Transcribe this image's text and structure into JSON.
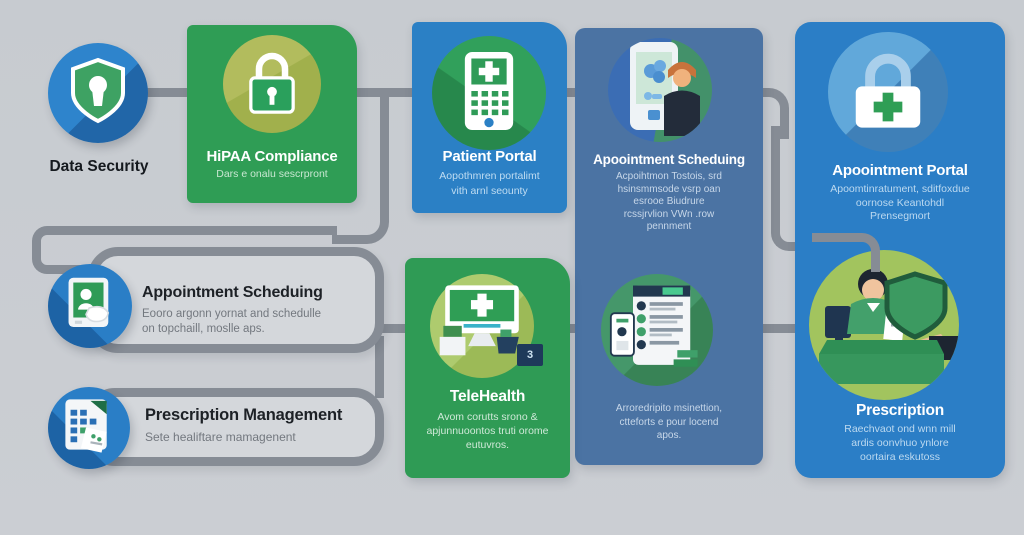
{
  "palette": {
    "background": "#c9ccd1",
    "connector_gray": "#868c95",
    "green_card": "#2f9b55",
    "bright_blue_card": "#2b7ec6",
    "muted_blue_card": "#4b73a3",
    "olive_circle": "#a7b454",
    "node_blue": "#2a7ec6",
    "pill_fill": "#d4d7db"
  },
  "nodes": {
    "data_security": {
      "label": "Data Security"
    },
    "appointment_scheduling": {
      "title": "Appointment Scheduing",
      "subtitle_lines": [
        "Eooro argonn yornat and schedulle",
        "on topchaill, moslle aps."
      ]
    },
    "prescription_management": {
      "title": "Prescription Management",
      "subtitle_lines": [
        "Sete healiftare mamagenent"
      ]
    }
  },
  "cards": {
    "hipaa": {
      "title": "HiPAA Compliance",
      "subtitle_lines": [
        "Dars e onalu sescrpront"
      ]
    },
    "patient_portal": {
      "title": "Patient Portal",
      "subtitle_lines": [
        "Aopothmren portalimt",
        "vith arnl seounty"
      ]
    },
    "appointment_scheduling": {
      "title": "Apoointment Scheduing",
      "subtitle_lines": [
        "Acpoihtmon Tostois, srd",
        "hsinsmmsode vsrp oan",
        "esrooe Biudrure",
        "rcssjrvlion VWn .row",
        "pennment"
      ],
      "records_subtitle_lines": [
        "Arroredripito msinettion,",
        "ctteforts e pour locend",
        "apos."
      ]
    },
    "telehealth": {
      "title": "TeleHealth",
      "subtitle_lines": [
        "Avom corutts srono &",
        "apjunnuoontos truti orome",
        "eutuvros."
      ],
      "badge_label": "3"
    },
    "appointment_portal": {
      "title": "Apoointment Portal",
      "subtitle_lines": [
        "Apoomtinratument, sditfoxdue",
        "oornose Keantohdl",
        "Prensegmort"
      ]
    },
    "prescription": {
      "title": "Prescription",
      "subtitle_lines": [
        "Raechvaot ond wnn mill",
        "ardis oonvhuo ynlore",
        "oortaira eskutoss"
      ]
    }
  }
}
